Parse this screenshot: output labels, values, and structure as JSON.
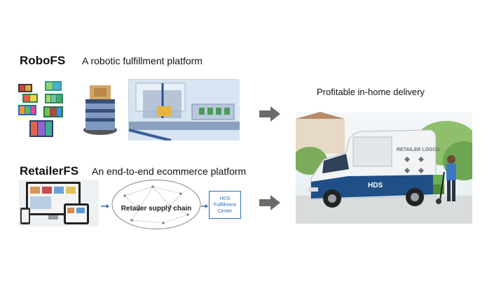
{
  "robofs": {
    "name": "RoboFS",
    "tagline": "A robotic fulfillment platform"
  },
  "retailerfs": {
    "name": "RetailerFS",
    "tagline": "An end-to-end ecommerce platform",
    "supply_chain_label": "Retailer supply chain",
    "hds_box_lines": [
      "HDS",
      "Fulfillment",
      "Center"
    ]
  },
  "delivery": {
    "title": "Profitable in-home delivery",
    "van_brand": "HDS",
    "van_side_text": "RETAILER LOGOS"
  },
  "colors": {
    "arrow": "#6b6b6b",
    "hds_blue": "#2f6eb5",
    "van_blue": "#1f4f86"
  }
}
